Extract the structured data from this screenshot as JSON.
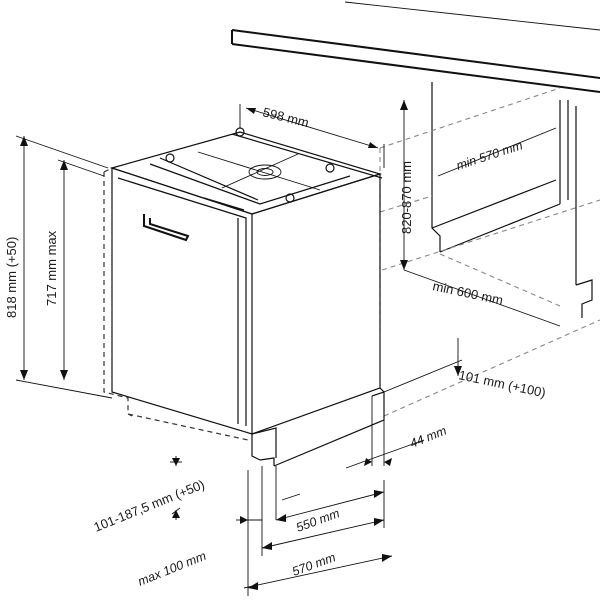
{
  "dimensions": {
    "width_top": "598 mm",
    "niche_depth_min": "min 570 mm",
    "niche_height": "820-870 mm",
    "niche_width_min": "min 600 mm",
    "total_height": "818 mm (+50)",
    "door_height_max": "717 mm max",
    "plinth_height": "101 mm (+100)",
    "plinth_setback": "44 mm",
    "plinth_range": "101-187,5 mm (+50)",
    "depth_550": "550 mm",
    "door_offset_max": "max 100 mm",
    "depth_570": "570 mm"
  },
  "colors": {
    "line": "#111111",
    "panel": "#ffffff",
    "panel_side": "#f4f4f4",
    "dashed_light": "#888888"
  }
}
